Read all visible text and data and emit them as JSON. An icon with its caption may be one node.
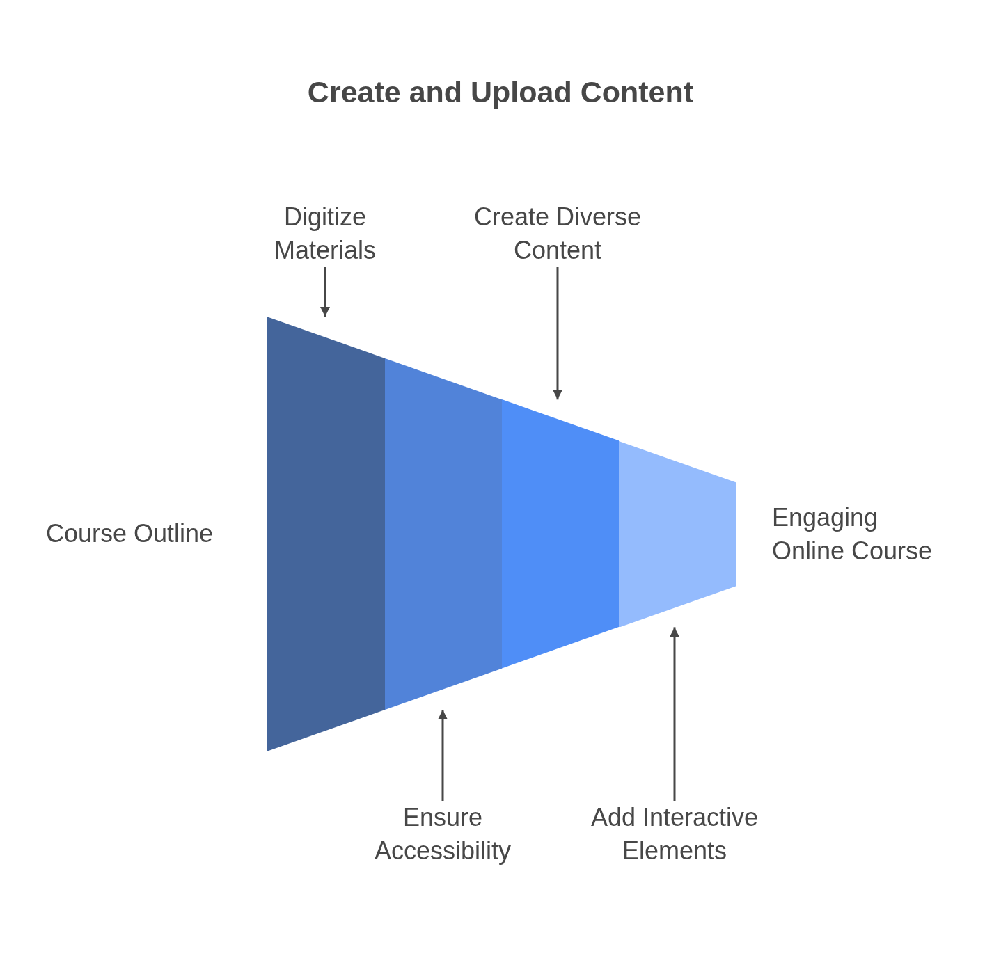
{
  "diagram": {
    "title": "Create and Upload Content",
    "nodes": [
      {
        "text": [
          "Digitize Materials"
        ]
      },
      {
        "text": [
          "Create Diverse Content"
        ]
      },
      {
        "text": [],
        "shape": "trapezoid"
      },
      {
        "text": [],
        "shape": "trapezoid"
      },
      {
        "text": [],
        "shape": "trapezoid"
      },
      {
        "text": [],
        "shape": "trapezoid"
      },
      {
        "text": [
          "Ensure Accessibility"
        ]
      },
      {
        "text": [
          "Add Interactive Elements"
        ]
      }
    ],
    "edges": [
      {
        "from": 0,
        "to": 2,
        "arrow": "to"
      },
      {
        "from": 1,
        "to": 4,
        "arrow": "to"
      },
      {
        "from": 6,
        "to": 3,
        "arrow": "to"
      },
      {
        "from": 7,
        "to": 5,
        "arrow": "to"
      }
    ],
    "labels": [
      "Course Outline",
      "Engaging Online Course"
    ]
  }
}
